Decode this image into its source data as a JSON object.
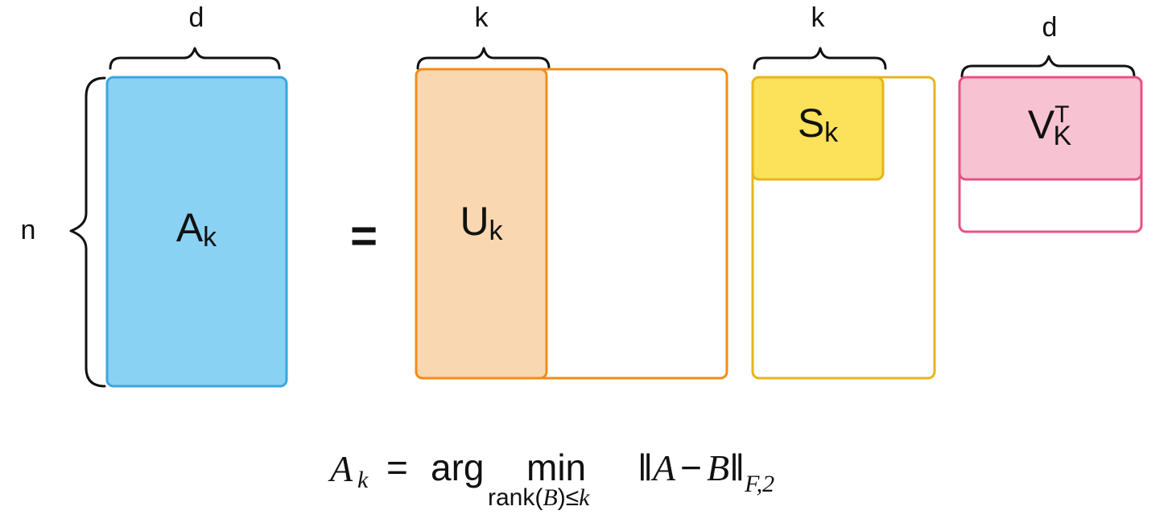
{
  "colors": {
    "a_fill": "#8ad2f4",
    "a_stroke": "#3aa6df",
    "u_fill": "#f9d7b0",
    "u_stroke": "#f28c1a",
    "s_fill": "#fce15a",
    "s_stroke": "#e7b51c",
    "v_fill": "#f7c3d3",
    "v_stroke": "#e94f86"
  },
  "dims": {
    "d1": "d",
    "k1": "k",
    "k2": "k",
    "d2": "d",
    "n": "n"
  },
  "matrices": {
    "a": {
      "base": "A",
      "sub": "k"
    },
    "u": {
      "base": "U",
      "sub": "k"
    },
    "s": {
      "base": "S",
      "sub": "k"
    },
    "v": {
      "base": "V",
      "sup": "T",
      "sub": "K"
    }
  },
  "equals": "=",
  "formula": {
    "lhs_base": "A",
    "lhs_sub": "k",
    "eq": "=",
    "arg": "arg",
    "min": "min",
    "constraint_fn": "rank",
    "constraint_open": "(",
    "constraint_var": "B",
    "constraint_close": ")",
    "constraint_le": "≤",
    "constraint_k": "k",
    "norm_open": "‖",
    "norm_a": "A",
    "minus": "−",
    "norm_b": "B",
    "norm_close": "‖",
    "norm_sub": "F,2"
  }
}
